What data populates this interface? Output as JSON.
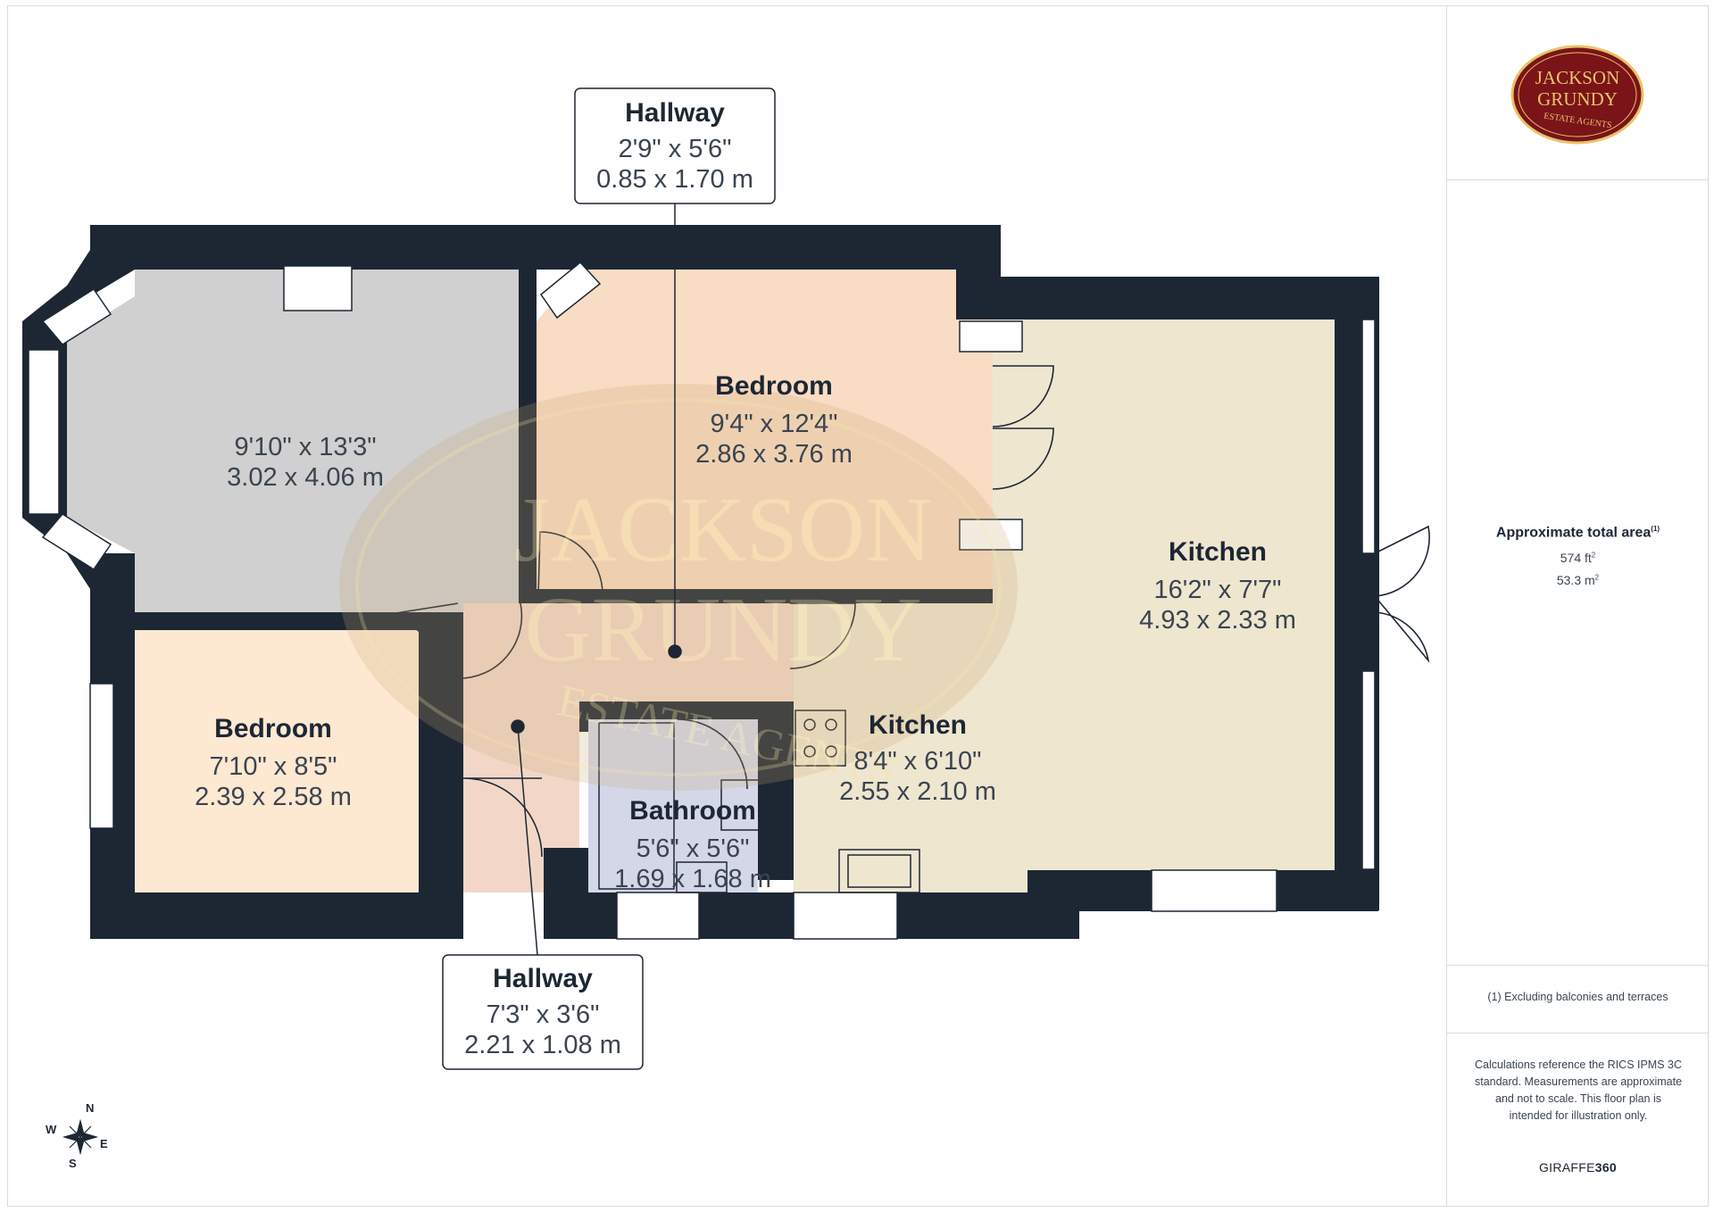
{
  "rooms": {
    "living": {
      "dim_imperial": "9'10\" x 13'3\"",
      "dim_metric": "3.02 x 4.06 m"
    },
    "bedroom_main": {
      "name": "Bedroom",
      "dim_imperial": "9'4\" x 12'4\"",
      "dim_metric": "2.86 x 3.76 m"
    },
    "bedroom_small": {
      "name": "Bedroom",
      "dim_imperial": "7'10\" x 8'5\"",
      "dim_metric": "2.39 x 2.58 m"
    },
    "kitchen_large": {
      "name": "Kitchen",
      "dim_imperial": "16'2\" x 7'7\"",
      "dim_metric": "4.93 x 2.33 m"
    },
    "kitchen_small": {
      "name": "Kitchen",
      "dim_imperial": "8'4\" x 6'10\"",
      "dim_metric": "2.55 x 2.10 m"
    },
    "bathroom": {
      "name": "Bathroom",
      "dim_imperial": "5'6\" x 5'6\"",
      "dim_metric": "1.69 x 1.68 m"
    },
    "hallway_top": {
      "name": "Hallway",
      "dim_imperial": "2'9\" x 5'6\"",
      "dim_metric": "0.85 x 1.70 m"
    },
    "hallway_bottom": {
      "name": "Hallway",
      "dim_imperial": "7'3\" x 3'6\"",
      "dim_metric": "2.21 x 1.08 m"
    }
  },
  "watermark": {
    "line1": "JACKSON",
    "line2": "GRUNDY",
    "line3": "ESTATE AGENTS"
  },
  "logo": {
    "line1": "JACKSON",
    "line2": "GRUNDY",
    "line3": "ESTATE AGENTS"
  },
  "compass": {
    "n": "N",
    "s": "S",
    "e": "E",
    "w": "W"
  },
  "sidebar": {
    "area_title": "Approximate total area",
    "area_sup": "(1)",
    "area_ft": "574 ft",
    "area_m": "53.3 m",
    "area_unit_sup": "2",
    "note": "(1) Excluding balconies and terraces",
    "calc": "Calculations reference the RICS IPMS 3C standard. Measurements are approximate and not to scale. This floor plan is intended for illustration only.",
    "brand_a": "GIRAFFE",
    "brand_b": "360"
  },
  "colors": {
    "wall": "#1d2734",
    "living_fill": "#d0d0d0",
    "bedroom_fill": "#f9dcc4",
    "bedroom_small_fill": "#fde8d2",
    "kitchen_fill": "#efe6d0",
    "bathroom_fill": "#d4d7e8",
    "hallway_fill": "#f2d7c8",
    "logo_red": "#7a1418",
    "logo_gold": "#e9c36a"
  }
}
